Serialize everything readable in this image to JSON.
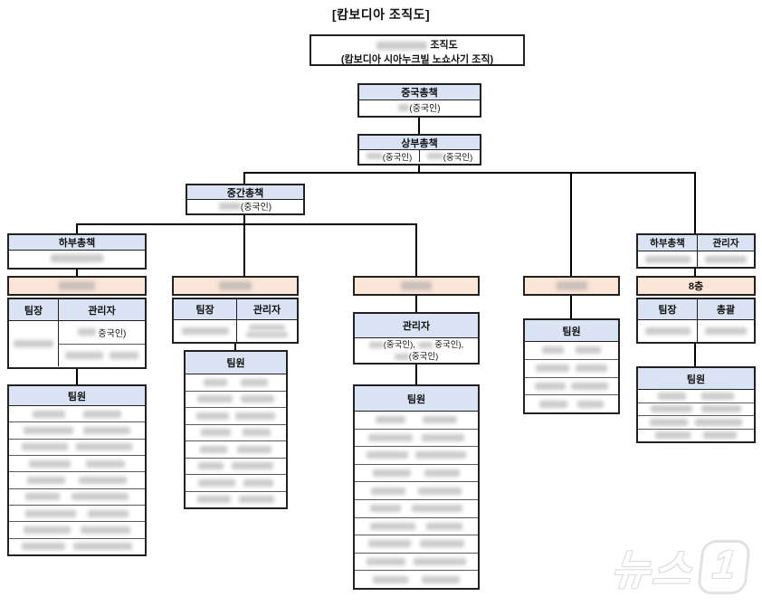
{
  "title": "[캄보디아 조직도]",
  "colors": {
    "header_blue": "#dae3f3",
    "header_pink": "#fbe5d6",
    "border": "#212121"
  },
  "root": {
    "line1_suffix": "조직도",
    "line2": "(캄보디아 시아누크빌 노쇼사기 조직)"
  },
  "china_chief": {
    "title": "중국총책",
    "nationality": "(중국인)"
  },
  "upper_chief": {
    "title": "상부총책",
    "left_nationality": "(중국인)",
    "right_nationality": "(중국인)"
  },
  "middle_chief": {
    "title": "중간총책",
    "nationality": "(중국인)"
  },
  "col1": {
    "lower_chief": "하부총책",
    "team_leader": "팀장",
    "manager": "관리자",
    "manager_note": "중국인)",
    "members": "팀원",
    "redacted_member_rows": 9
  },
  "col2": {
    "team_leader": "팀장",
    "manager": "관리자",
    "members": "팀원",
    "redacted_member_rows": 8
  },
  "col3": {
    "manager": "관리자",
    "manager_line1a": "(중국인),",
    "manager_line1b": "중국인),",
    "manager_line2": "(중국인)",
    "members": "팀원",
    "redacted_member_rows": 10
  },
  "col4": {
    "members": "팀원",
    "redacted_member_rows": 4
  },
  "col5": {
    "lower_chief": "하부총책",
    "manager": "관리자",
    "floor": "8층",
    "team_leader": "팀장",
    "general_manager": "총괄",
    "members": "팀원",
    "redacted_member_rows": 4
  },
  "watermark": {
    "text": "뉴스",
    "digit": "1"
  }
}
